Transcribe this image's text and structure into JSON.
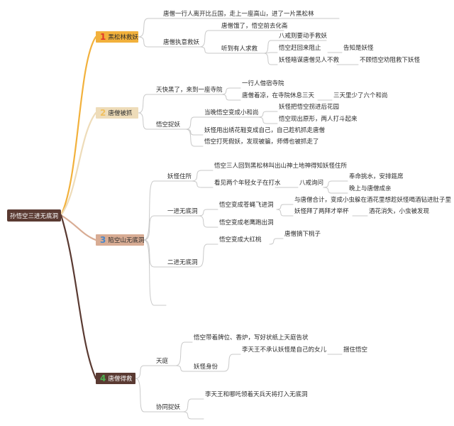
{
  "root": {
    "label": "孙悟空三进无底洞"
  },
  "branches": [
    {
      "num": "1",
      "label": "黑松林救妖",
      "bg": "#f2b13c",
      "numColor": "#e2392b",
      "children": [
        {
          "label": "唐僧一行人离开比丘国，走上一座高山，进了一片黑松林"
        },
        {
          "label": "唐僧执意救妖",
          "children": [
            {
              "label": "唐僧饿了，悟空前去化斋"
            },
            {
              "label": "听到有人求救",
              "children": [
                {
                  "label": "八戒则要动手救妖"
                },
                {
                  "label": "悟空赶回来阻止",
                  "children": [
                    {
                      "label": "告知是妖怪"
                    }
                  ]
                },
                {
                  "label": "妖怪暗谋唐僧见人不救",
                  "children": [
                    {
                      "label": "不顾悟空劝阻救下妖怪"
                    }
                  ]
                }
              ]
            }
          ]
        }
      ]
    },
    {
      "num": "2",
      "label": "唐僧被抓",
      "bg": "#eedcb9",
      "numColor": "#f0c060",
      "children": [
        {
          "label": "天快黑了，来到一座寺院",
          "children": [
            {
              "label": "一行人借宿寺院"
            },
            {
              "label": "唐僧着凉，在寺院休息三天",
              "children": [
                {
                  "label": "三天里少了六个和尚"
                }
              ]
            }
          ]
        },
        {
          "label": "悟空捉妖",
          "children": [
            {
              "label": "当晚悟空变成小和尚",
              "children": [
                {
                  "label": "妖怪把悟空拐进后花园"
                },
                {
                  "label": "悟空现出原形，两人打斗起来"
                }
              ]
            },
            {
              "label": "妖怪用出绣花鞋变成自己，自己趁机抓走唐僧"
            },
            {
              "label": "悟空打死假妖，发现被骗，师傅也被抓走了"
            }
          ]
        }
      ]
    },
    {
      "num": "3",
      "label": "陷空山无底洞",
      "bg": "#d8ac94",
      "numColor": "#4a86c8",
      "children": [
        {
          "label": "妖怪住所",
          "children": [
            {
              "label": "悟空三人回到黑松林叫出山神土地神得知妖怪住所"
            },
            {
              "label": "看见两个年轻女子在打水",
              "children": [
                {
                  "label": "八戒询问",
                  "children": [
                    {
                      "label": "奉命挑水，安排筵席"
                    },
                    {
                      "label": "晚上与唐僧成亲"
                    }
                  ]
                }
              ]
            }
          ]
        },
        {
          "label": "一进无底洞",
          "children": [
            {
              "label": "悟空变成苍蝇飞进洞",
              "children": [
                {
                  "label": "与唐僧合计，变成小虫躲在酒花里想趁妖怪喝酒钻进肚子里"
                },
                {
                  "label": "妖怪拜了两拜才举杯",
                  "children": [
                    {
                      "label": "酒花消失，小虫被发现"
                    }
                  ]
                }
              ]
            },
            {
              "label": "悟空变成老鹰跑出洞"
            }
          ]
        },
        {
          "label": "二进无底洞",
          "children": [
            {
              "label": "悟空变成大红桃",
              "children": [
                {
                  "label": "唐僧摘下桃子"
                }
              ]
            }
          ]
        }
      ]
    },
    {
      "num": "4",
      "label": "唐僧得救",
      "bg": "#5a3a32",
      "numColor": "#4cb050",
      "children": [
        {
          "label": "天庭",
          "children": [
            {
              "label": "悟空带着牌位、香炉，写好状纸上天庭告状"
            },
            {
              "label": "妖怪身份",
              "children": [
                {
                  "label": "李天王不承认妖怪是自己的女儿",
                  "children": [
                    {
                      "label": "捆住悟空"
                    }
                  ]
                }
              ]
            }
          ]
        },
        {
          "label": "协同捉妖",
          "children": [
            {
              "label": "李天王和哪吒领着天兵天将打入无底洞"
            }
          ]
        }
      ]
    }
  ]
}
